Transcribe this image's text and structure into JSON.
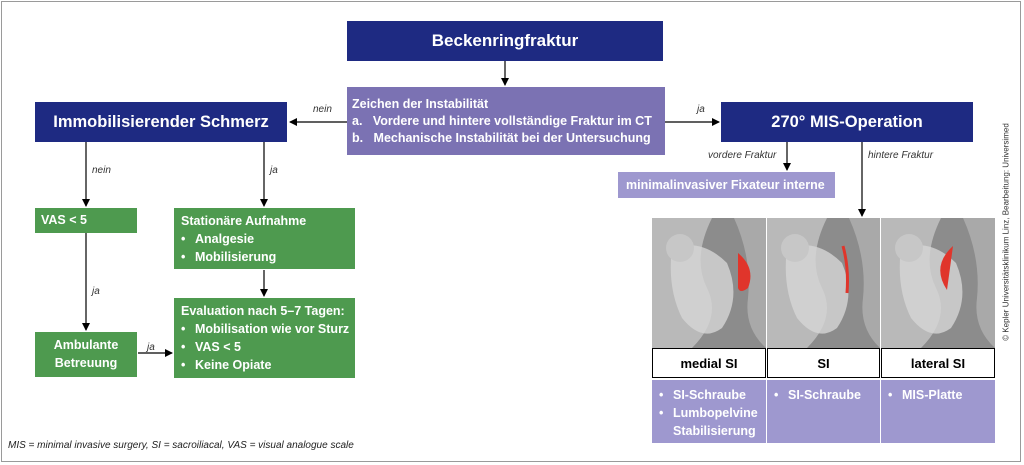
{
  "top": "Beckenringfraktur",
  "criteria": {
    "title": "Zeichen der Instabilität",
    "items": [
      "a.   Vordere und hintere vollständige Fraktur im CT",
      "b.   Mechanische Instabilität bei der Untersuchung"
    ]
  },
  "left_main": "Immobilisierender Schmerz",
  "right_main": "270° MIS-Operation",
  "labels": {
    "nein_top": "nein",
    "ja_top": "ja",
    "nein_left": "nein",
    "ja_left": "ja",
    "ja_vas": "ja",
    "ja_amb": "ja",
    "vordere": "vordere Fraktur",
    "hintere": "hintere Fraktur"
  },
  "vas": "VAS < 5",
  "ambulant": "Ambulante Betreuung",
  "stationaer": {
    "title": "Stationäre Aufnahme",
    "items": [
      "Analgesie",
      "Mobilisierung"
    ]
  },
  "evaluation": {
    "title": "Evaluation nach 5–7 Tagen:",
    "items": [
      "Mobilisation wie vor Sturz",
      "VAS < 5",
      "Keine Opiate"
    ]
  },
  "fixateur": "minimalinvasiver Fixateur interne",
  "images": [
    {
      "caption": "medial SI",
      "items": [
        "SI-Schraube",
        "Lumbopelvine Stabilisierung"
      ]
    },
    {
      "caption": "SI",
      "items": [
        "SI-Schraube"
      ]
    },
    {
      "caption": "lateral SI",
      "items": [
        "MIS-Platte"
      ]
    }
  ],
  "footnote": "MIS = minimal invasive surgery, SI = sacroiliacal, VAS = visual analogue scale",
  "credit": "© Kepler Universitätsklinikum Linz, Bearbeitung: Universimed",
  "colors": {
    "navy": "#1e2a82",
    "purple": "#7b72b3",
    "lavender": "#9e98cf",
    "green": "#4e9a4f",
    "implant": "#e0352b"
  }
}
